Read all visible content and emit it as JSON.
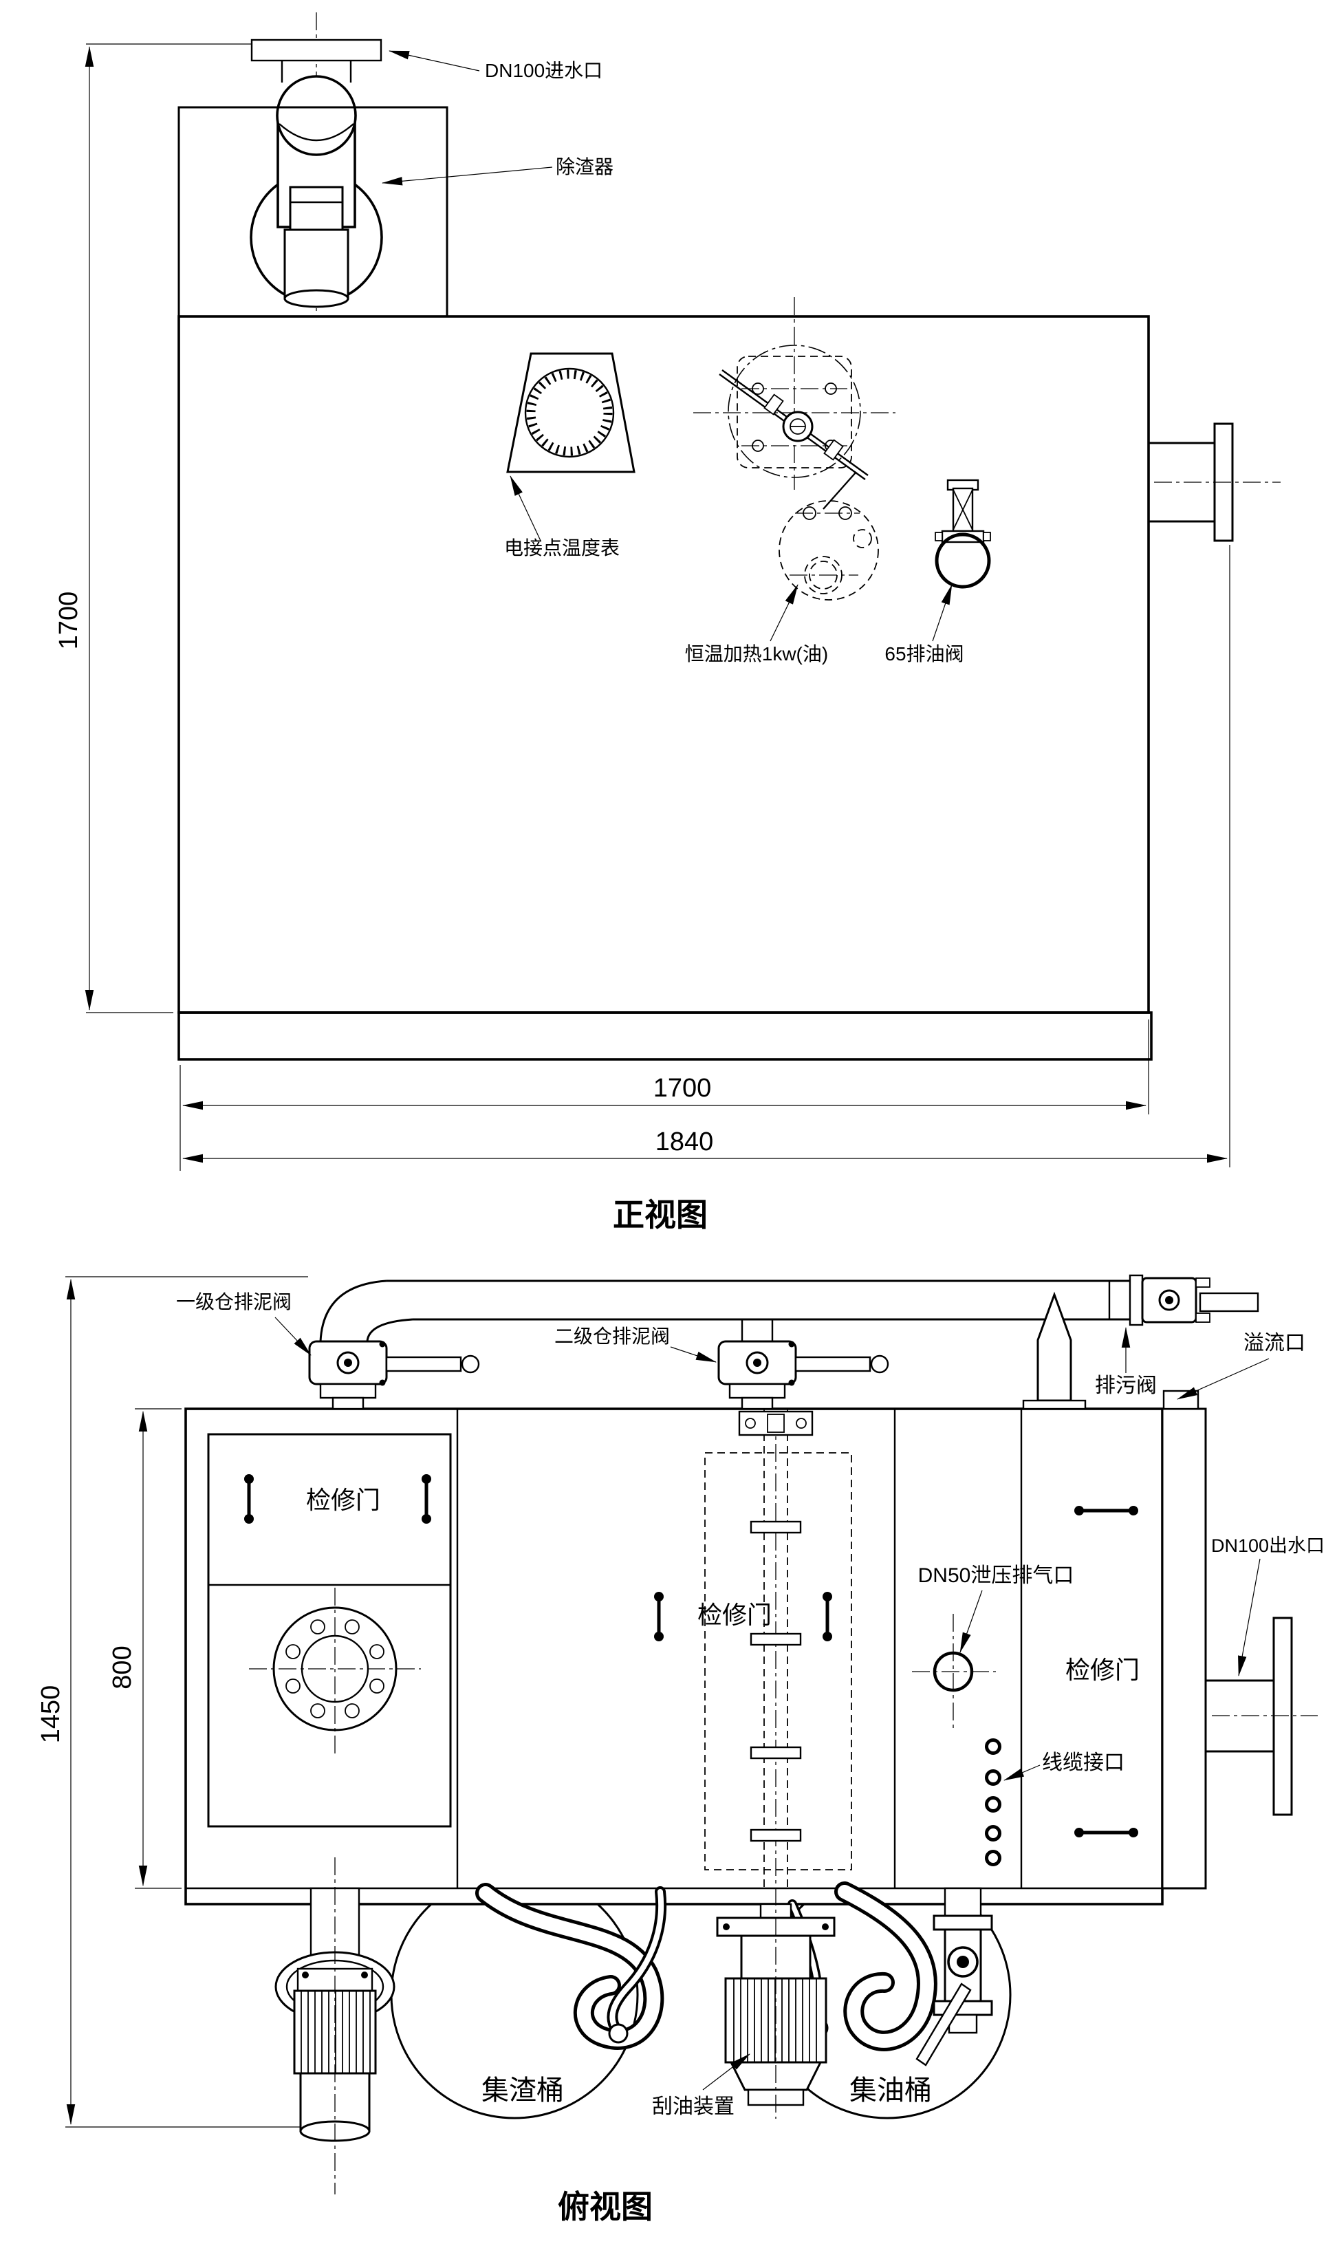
{
  "drawing": {
    "front_view": {
      "title": "正视图",
      "labels": {
        "inlet": "DN100进水口",
        "strainer": "除渣器",
        "thermometer": "电接点温度表",
        "heater": "恒温加热1kw(油)",
        "oil_drain_valve": "65排油阀"
      },
      "dimensions": {
        "height": "1700",
        "width_inner": "1700",
        "width_overall": "1840"
      }
    },
    "top_view": {
      "title": "俯视图",
      "labels": {
        "stage1_mud_valve": "一级仓排泥阀",
        "stage2_mud_valve": "二级仓排泥阀",
        "blowdown_valve": "排污阀",
        "overflow": "溢流口",
        "relief_vent": "DN50泄压排气口",
        "outlet": "DN100出水口",
        "access_door_left": "检修门",
        "access_door_center": "检修门",
        "access_door_right": "检修门",
        "cable_ports": "线缆接口",
        "slag_bucket": "集渣桶",
        "oil_scraper": "刮油装置",
        "oil_bucket": "集油桶"
      },
      "dimensions": {
        "overall_depth": "1450",
        "chamber_depth": "800"
      }
    },
    "colors": {
      "line": "#000000",
      "background": "#ffffff"
    }
  }
}
